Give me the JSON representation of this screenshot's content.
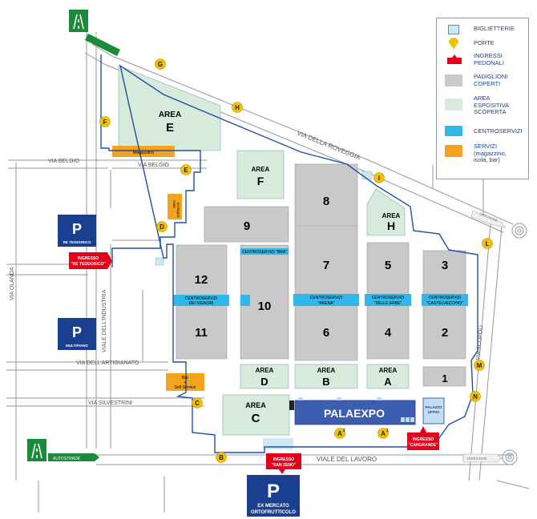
{
  "legend": {
    "items": [
      {
        "label": "BIGLIETTERIE",
        "line2": "",
        "line3": "",
        "color": "#cfe8f6"
      },
      {
        "label": "PORTE",
        "line2": "",
        "line3": "",
        "color": "#f2c200"
      },
      {
        "label": "INGRESSI",
        "line2": "PEDONALI",
        "line3": "",
        "color": "#e3001b"
      },
      {
        "label": "PADIGLIONI",
        "line2": "COPERTI",
        "line3": "",
        "color": "#c8c9cb"
      },
      {
        "label": "AREA",
        "line2": "ESPOSITIVA",
        "line3": "SCOPERTA",
        "color": "#d6ebdc"
      },
      {
        "label": "CENTROSERVIZI",
        "line2": "",
        "line3": "",
        "color": "#31b7e8"
      },
      {
        "label": "SERVIZI",
        "line2": "(magazzino,",
        "line3": "isola, bar)",
        "color": "#f5a21c"
      }
    ]
  },
  "streets": {
    "autostrade_top": "AUTOSTRADE",
    "autostrade_bottom": "AUTOSTRADE",
    "via_della_roveggia": "VIA DELLA ROVEGGIA",
    "via_belgio_left": "VIA BELGIO",
    "via_belgio_right": "VIA BELGIO",
    "via_olanda": "VIA OLANDA",
    "via_industria": "VIALE DELL'INDUSTRIA",
    "via_artigianato": "VIA DELL'ARTIGIANATO",
    "via_silvestrini": "VIA SILVESTRINI",
    "viale_del_lavoro": "VIALE DEL LAVORO",
    "via_scopoli": "VIA SCOPOLI",
    "direction_right_top": "DIREZIONE",
    "direction_right_bottom": "DIREZIONE"
  },
  "parking": [
    {
      "letter": "P",
      "line1": "RE TEODORICO",
      "line2": ""
    },
    {
      "letter": "P",
      "line1": "MULTIPIANO",
      "line2": ""
    },
    {
      "letter": "P",
      "line1": "EX MERCATO",
      "line2": "ORTOFRUTTICOLO"
    }
  ],
  "entrances": [
    {
      "line1": "INGRESSO",
      "line2": "\"RE TEODORICO\""
    },
    {
      "line1": "INGRESSO",
      "line2": "\"SAN ZENO\""
    },
    {
      "line1": "INGRESSO",
      "line2": "\"CANGRANDE\""
    }
  ],
  "areas": {
    "e_word": "AREA",
    "e_letter": "E",
    "f_word": "AREA",
    "f_letter": "F",
    "h_word": "AREA",
    "h_letter": "H",
    "d_word": "AREA",
    "d_letter": "D",
    "b_word": "AREA",
    "b_letter": "B",
    "a_word": "AREA",
    "a_letter": "A",
    "c_word": "AREA",
    "c_letter": "C"
  },
  "halls": [
    "12",
    "11",
    "10",
    "9",
    "8",
    "7",
    "6",
    "5",
    "4",
    "3",
    "2",
    "1"
  ],
  "centroservizi": {
    "c1a": "CENTROSERVIZI",
    "c1b": "DEI SIGNORI",
    "c2": "CENTROSERVIZI \"BRA\"",
    "c3a": "CENTROSERVIZI",
    "c3b": "\"ARENA\"",
    "c4a": "CENTROSERVIZI",
    "c4b": "\"DELLE ERBE\"",
    "c5a": "CENTROSERVIZI",
    "c5b": "\"CASTELVECCHIO\""
  },
  "services": {
    "magazzino": "Magazzino",
    "isola_ecologica_1": "Isola",
    "isola_ecologica_2": "ecologica",
    "bar_1": "Bar",
    "bar_2": "+",
    "bar_3": "Self Service"
  },
  "palaexpo": {
    "label": "PALAEXPO",
    "office_1": "PALAZZO",
    "office_2": "UFFICI"
  },
  "gates": [
    "G",
    "H",
    "F",
    "E",
    "D",
    "I",
    "L",
    "M",
    "N",
    "C",
    "B",
    "A",
    "A",
    "2",
    "1"
  ]
}
